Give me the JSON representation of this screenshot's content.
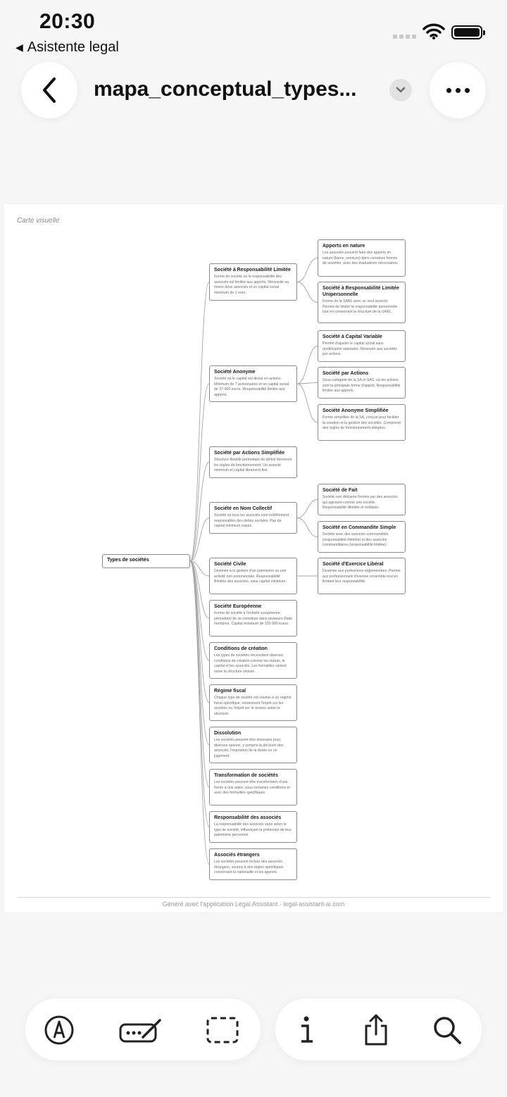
{
  "status_bar": {
    "time": "20:30",
    "back_app": "Asistente legal"
  },
  "header": {
    "title": "mapa_conceptual_types..."
  },
  "document": {
    "caption": "Carte visuelle",
    "footer": "Généré avec l'application Legal Assistant · legal-assistant-ai.com",
    "root": "Types de sociétés",
    "level1": [
      {
        "title": "Société à Responsabilité Limitée",
        "desc": "Forme de société où la responsabilité des associés est limitée aux apports. Nécessite au moins deux associés et un capital social minimum de 1 euro."
      },
      {
        "title": "Société Anonyme",
        "desc": "Société où le capital est divisé en actions. Minimum de 7 actionnaires et un capital social de 37 000 euros. Responsabilité limitée aux apports."
      },
      {
        "title": "Société par Actions Simplifiée",
        "desc": "Structure flexible permettant de définir librement les règles de fonctionnement. Un associé minimum et capital librement fixé."
      },
      {
        "title": "Société en Nom Collectif",
        "desc": "Société où tous les associés sont indéfiniment responsables des dettes sociales. Pas de capital minimum requis."
      },
      {
        "title": "Société Civile",
        "desc": "Destinée à la gestion d'un patrimoine ou une activité non commerciale. Responsabilité illimitée des associés, sans capital minimum."
      },
      {
        "title": "Société Européenne",
        "desc": "Forme de société à l'échelle européenne, permettant de se constituer dans plusieurs États membres. Capital minimum de 120 000 euros."
      },
      {
        "title": "Conditions de création",
        "desc": "Les types de sociétés nécessitent diverses conditions de création comme les statuts, le capital et les associés. Les formalités varient selon la structure choisie."
      },
      {
        "title": "Régime fiscal",
        "desc": "Chaque type de société est soumis à un régime fiscal spécifique, notamment l'impôt sur les sociétés ou l'impôt sur le revenu selon la structure."
      },
      {
        "title": "Dissolution",
        "desc": "Les sociétés peuvent être dissoutes pour diverses raisons, y compris la décision des associés, l'expiration de la durée ou un jugement."
      },
      {
        "title": "Transformation de sociétés",
        "desc": "Les sociétés peuvent être transformées d'une forme à une autre, sous certaines conditions et avec des formalités spécifiques."
      },
      {
        "title": "Responsabilité des associés",
        "desc": "La responsabilité des associés varie selon le type de société, influençant la protection de leur patrimoine personnel."
      },
      {
        "title": "Associés étrangers",
        "desc": "Les sociétés peuvent inclure des associés étrangers, soumis à des règles spécifiques concernant la nationalité et les apports."
      }
    ],
    "level2": [
      {
        "title": "Apports en nature",
        "desc": "Les associés peuvent faire des apports en nature (biens, services) dans certaines formes de sociétés, avec des évaluations nécessaires."
      },
      {
        "title": "Société à Responsabilité Limitée Unipersonnelle",
        "desc": "Forme de la SARL avec un seul associé. Permet de limiter la responsabilité personnelle tout en conservant la structure de la SARL."
      },
      {
        "title": "Société à Capital Variable",
        "desc": "Permet d'ajuster le capital social sans modification statutaire. Réservée aux sociétés par actions."
      },
      {
        "title": "Société par Actions",
        "desc": "Sous-catégorie de la SA et SAS, où les actions sont la principale forme d'apport. Responsabilité limitée aux apports."
      },
      {
        "title": "Société Anonyme Simplifiée",
        "desc": "Forme simplifiée de la SA, conçue pour faciliter la création et la gestion des sociétés. Comprend des règles de fonctionnement allégées."
      },
      {
        "title": "Société de Fait",
        "desc": "Société non déclarée formée par des associés qui agissent comme une société. Responsabilité illimitée et solidaire."
      },
      {
        "title": "Société en Commandite Simple",
        "desc": "Société avec des associés commandités (responsabilité illimitée) et des associés commanditaires (responsabilité limitée)."
      },
      {
        "title": "Société d'Exercice Libéral",
        "desc": "Destinée aux professions réglementées. Permet aux professionnels d'exercer ensemble tout en limitant leur responsabilité."
      }
    ]
  },
  "toolbar": {
    "left": [
      "markup-icon",
      "signature-icon",
      "selection-icon"
    ],
    "right": [
      "info-icon",
      "share-icon",
      "search-icon"
    ]
  }
}
